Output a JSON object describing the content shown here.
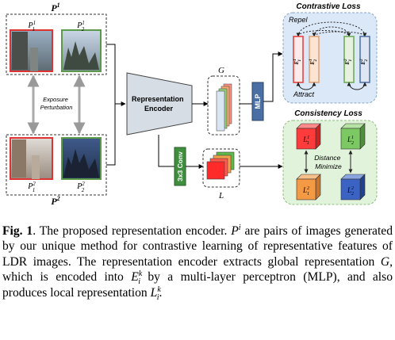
{
  "figure": {
    "p1_label": "P",
    "p1_sup": "1",
    "p2_label": "P",
    "p2_sup": "2",
    "img_p11": {
      "base": "P",
      "sub": "1",
      "sup": "1"
    },
    "img_p21_top": {
      "base": "P",
      "sub": "2",
      "sup": "1"
    },
    "img_p12": {
      "base": "P",
      "sub": "1",
      "sup": "2"
    },
    "img_p22": {
      "base": "P",
      "sub": "2",
      "sup": "2"
    },
    "exposure_line1": "Exposure",
    "exposure_line2": "Perturbation",
    "encoder_line1": "Representation",
    "encoder_line2": "Encoder",
    "g_label": "G",
    "l_label": "L",
    "mlp_label": "MLP",
    "conv_label": "3x3 Conv",
    "contrastive_title": "Contrastive Loss",
    "repel_label": "Repel",
    "attract_label": "Attract",
    "e_bars": [
      {
        "base": "E",
        "sub": "1",
        "sup": "1"
      },
      {
        "base": "E",
        "sub": "2",
        "sup": "1"
      },
      {
        "base": "E",
        "sub": "1",
        "sup": "2"
      },
      {
        "base": "E",
        "sub": "2",
        "sup": "2"
      }
    ],
    "consistency_title": "Consistency Loss",
    "distance_line1": "Distance",
    "distance_line2": "Minimize",
    "cubes": [
      {
        "base": "L",
        "sub": "1",
        "sup": "1"
      },
      {
        "base": "L",
        "sub": "2",
        "sup": "1"
      },
      {
        "base": "L",
        "sub": "1",
        "sup": "2"
      },
      {
        "base": "L",
        "sub": "2",
        "sup": "2"
      }
    ],
    "colors": {
      "red": "#e53935",
      "green": "#6aa84f",
      "orange": "#f0b27a",
      "blue_panel": "#dbe8f8",
      "green_panel": "#e2f3dc",
      "encoder_gray": "#d6dde4",
      "mlp_blue": "#4a6fa5",
      "conv_green": "#3f8f3f"
    }
  },
  "caption": {
    "fig_label": "Fig. 1",
    "text_1": ". The proposed representation encoder. ",
    "p_var": "P",
    "p_sup": "i",
    "text_2": " are pairs of images generated by our unique method for contrastive learning of representative features of LDR images. The representation encoder extracts global representation ",
    "g_var": "G",
    "text_3": ", which is encoded into ",
    "e_var": "E",
    "e_sup": "k",
    "e_sub": "i",
    "text_4": " by a multi-layer perceptron (MLP), and also produces local representation ",
    "l_var": "L",
    "l_sup": "k",
    "l_sub": "i",
    "text_5": "."
  }
}
